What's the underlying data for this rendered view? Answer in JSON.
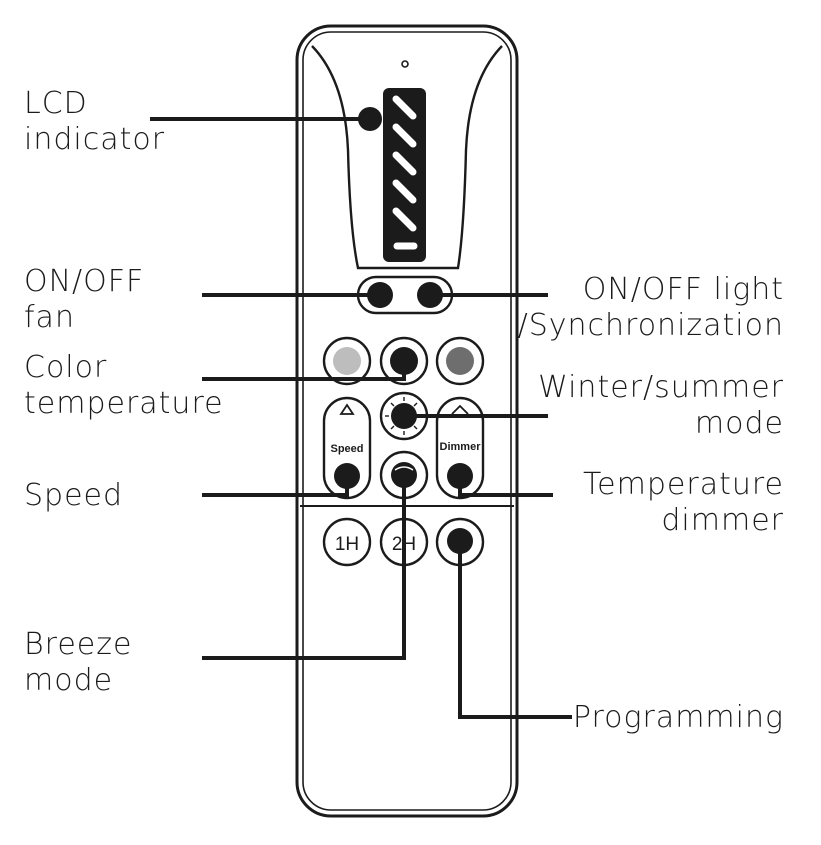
{
  "callouts": {
    "lcd_indicator": [
      "LCD",
      "indicator"
    ],
    "on_off_fan": [
      "ON/OFF",
      "fan"
    ],
    "color_temperature": [
      "Color",
      "temperature"
    ],
    "speed": [
      "Speed"
    ],
    "breeze_mode": [
      "Breeze",
      "mode"
    ],
    "on_off_light": [
      "ON/OFF light",
      "/Synchronization"
    ],
    "winter_summer_mode": [
      "Winter/summer",
      "mode"
    ],
    "temperature_dimmer": [
      "Temperature",
      "dimmer"
    ],
    "programming": [
      "Programming"
    ]
  },
  "buttons": {
    "speed": "Speed",
    "dimmer": "Dimmer",
    "timer_1h": "1H",
    "timer_2h": "2H"
  },
  "colors": {
    "ink": "#1b1b1b",
    "swatch_light": "#bdbdbd",
    "swatch_dark": "#6e6e6e"
  },
  "icons": [
    "fan-icon",
    "bulb-icon",
    "sun-snow-icon",
    "breeze-icon",
    "triangle-up-icon",
    "chevron-up-icon"
  ]
}
